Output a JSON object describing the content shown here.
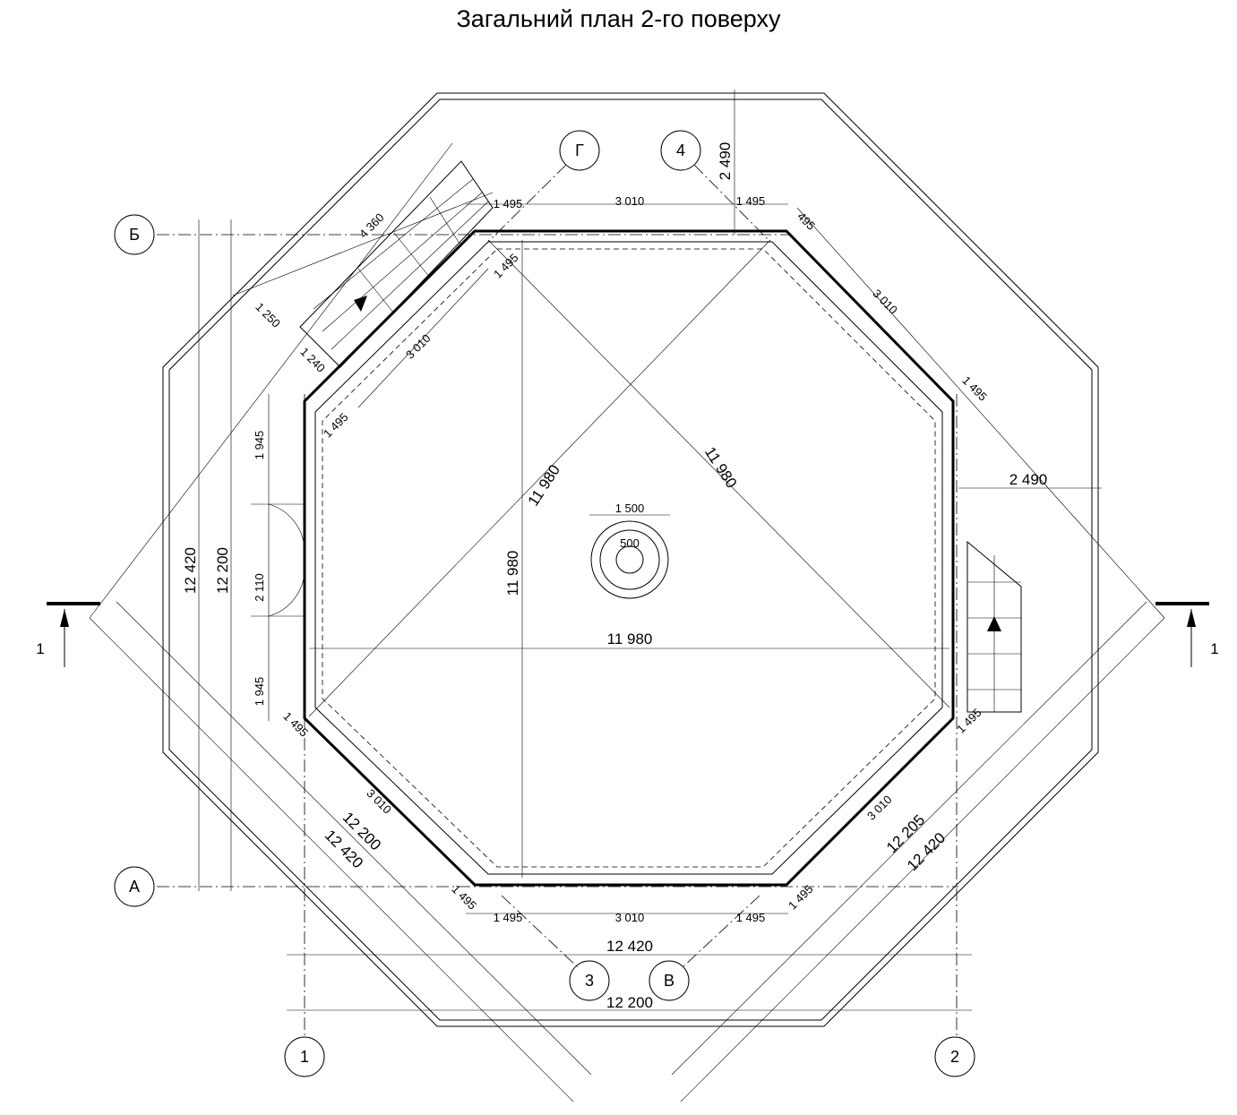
{
  "title": "Загальний план 2-го поверху",
  "axes": {
    "B_cyr": "Б",
    "A_cyr": "А",
    "G_cyr": "Г",
    "four": "4",
    "three": "3",
    "V_cyr": "В",
    "one": "1",
    "two": "2"
  },
  "section_marks": {
    "left": "1",
    "right": "1"
  },
  "dimensions": {
    "top_left_1495": "1 495",
    "top_3010": "3 010",
    "top_right_1495": "1 495",
    "top_right_495": "495",
    "top_2490": "2 490",
    "stair_4360": "4 360",
    "nw_1495_inner": "1 495",
    "nw_1250": "1 250",
    "nw_1240": "1 240",
    "nw_3010": "3 010",
    "nw_1495": "1 495",
    "ne_3010": "3 010",
    "ne_1495": "1 495",
    "right_2490": "2 490",
    "diag1_11980": "11 980",
    "diag2_11980": "11 980",
    "vert_11980": "11 980",
    "horiz_11980": "11 980",
    "col_1500": "1 500",
    "col_500": "500",
    "left_1945_top": "1 945",
    "left_2110": "2 110",
    "left_1945_bot": "1 945",
    "left_12420": "12 420",
    "left_12200": "12 200",
    "sw_1495": "1 495",
    "sw_3010": "3 010",
    "sw_12200": "12 200",
    "sw_12420": "12 420",
    "sw_1495_bot": "1 495",
    "bot_left_1495": "1 495",
    "bot_3010": "3 010",
    "bot_right_1495": "1 495",
    "se_1495_bot": "1 495",
    "se_3010": "3 010",
    "se_12205": "12 205",
    "se_12420": "12 420",
    "se_1495": "1 495",
    "bottom_12420": "12 420",
    "bottom_12200": "12 200"
  }
}
